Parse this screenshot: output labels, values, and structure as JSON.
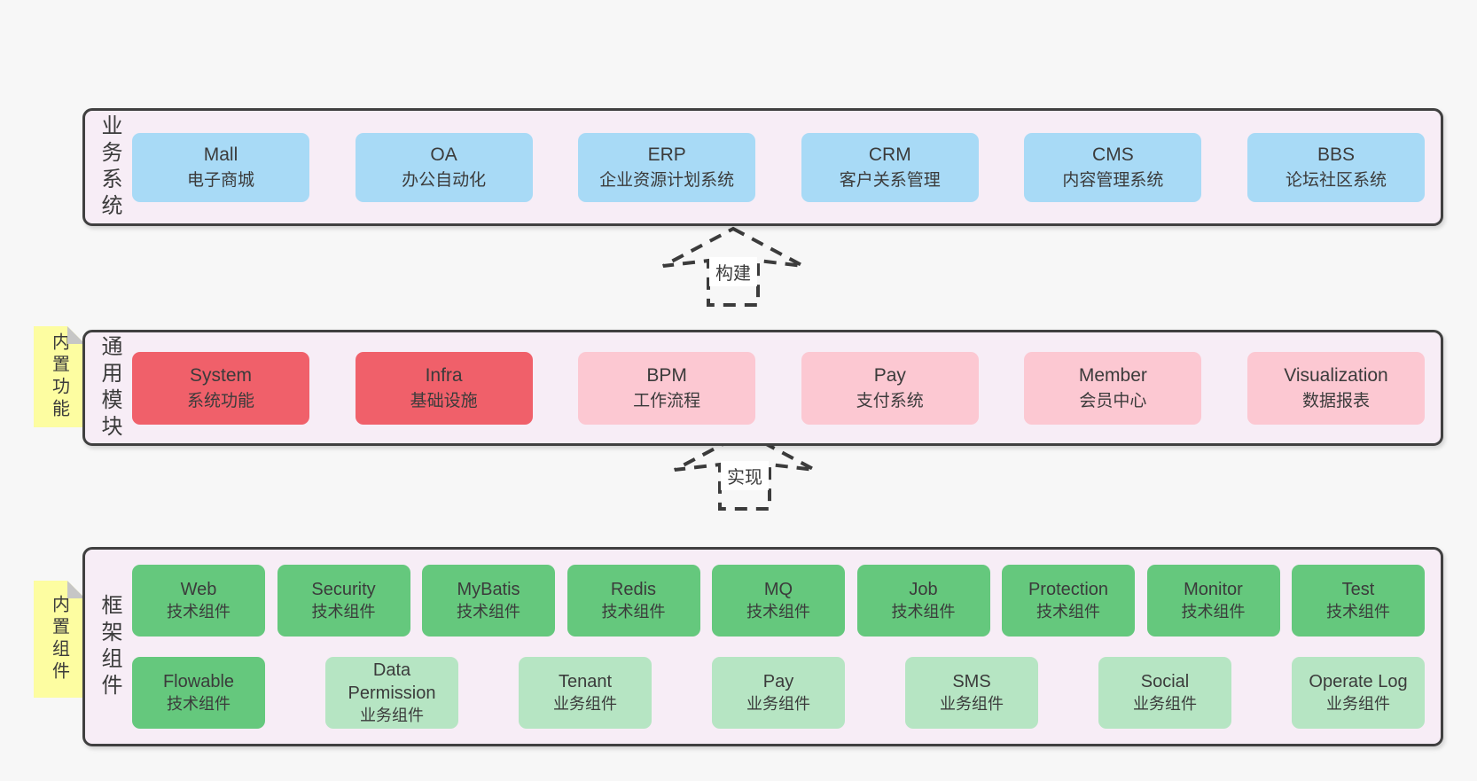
{
  "diagram": {
    "layers": [
      {
        "id": "business-systems",
        "label": "业务系统",
        "boxes": [
          {
            "title": "Mall",
            "subtitle": "电子商城",
            "variant": "blue"
          },
          {
            "title": "OA",
            "subtitle": "办公自动化",
            "variant": "blue"
          },
          {
            "title": "ERP",
            "subtitle": "企业资源计划系统",
            "variant": "blue"
          },
          {
            "title": "CRM",
            "subtitle": "客户关系管理",
            "variant": "blue"
          },
          {
            "title": "CMS",
            "subtitle": "内容管理系统",
            "variant": "blue"
          },
          {
            "title": "BBS",
            "subtitle": "论坛社区系统",
            "variant": "blue"
          }
        ]
      },
      {
        "id": "common-modules",
        "label": "通用模块",
        "note": "内置功能",
        "boxes": [
          {
            "title": "System",
            "subtitle": "系统功能",
            "variant": "red"
          },
          {
            "title": "Infra",
            "subtitle": "基础设施",
            "variant": "red"
          },
          {
            "title": "BPM",
            "subtitle": "工作流程",
            "variant": "pink"
          },
          {
            "title": "Pay",
            "subtitle": "支付系统",
            "variant": "pink"
          },
          {
            "title": "Member",
            "subtitle": "会员中心",
            "variant": "pink"
          },
          {
            "title": "Visualization",
            "subtitle": "数据报表",
            "variant": "pink"
          }
        ]
      },
      {
        "id": "framework-components",
        "label": "框架组件",
        "note": "内置组件",
        "boxes": [
          {
            "title": "Web",
            "subtitle": "技术组件",
            "variant": "green"
          },
          {
            "title": "Security",
            "subtitle": "技术组件",
            "variant": "green"
          },
          {
            "title": "MyBatis",
            "subtitle": "技术组件",
            "variant": "green"
          },
          {
            "title": "Redis",
            "subtitle": "技术组件",
            "variant": "green"
          },
          {
            "title": "MQ",
            "subtitle": "技术组件",
            "variant": "green"
          },
          {
            "title": "Job",
            "subtitle": "技术组件",
            "variant": "green"
          },
          {
            "title": "Protection",
            "subtitle": "技术组件",
            "variant": "green"
          },
          {
            "title": "Monitor",
            "subtitle": "技术组件",
            "variant": "green"
          },
          {
            "title": "Test",
            "subtitle": "技术组件",
            "variant": "green"
          },
          {
            "title": "Flowable",
            "subtitle": "技术组件",
            "variant": "green"
          },
          {
            "title": "Data Permission",
            "subtitle": "业务组件",
            "variant": "green-light"
          },
          {
            "title": "Tenant",
            "subtitle": "业务组件",
            "variant": "green-light"
          },
          {
            "title": "Pay",
            "subtitle": "业务组件",
            "variant": "green-light"
          },
          {
            "title": "SMS",
            "subtitle": "业务组件",
            "variant": "green-light"
          },
          {
            "title": "Social",
            "subtitle": "业务组件",
            "variant": "green-light"
          },
          {
            "title": "Operate Log",
            "subtitle": "业务组件",
            "variant": "green-light"
          }
        ]
      }
    ],
    "arrows": [
      {
        "label": "构建"
      },
      {
        "label": "实现"
      }
    ],
    "colors": {
      "page_bg": "#f7f7f7",
      "panel_bg": "#f7edf6",
      "panel_border": "#404040",
      "blue": "#a8daf6",
      "red": "#f0606a",
      "pink": "#fcc8d2",
      "green": "#65c87d",
      "green_light": "#b6e5c3",
      "note_yellow": "#fdfda1",
      "fold_gray": "#c6c6c6",
      "text": "#3b3b3b"
    }
  }
}
